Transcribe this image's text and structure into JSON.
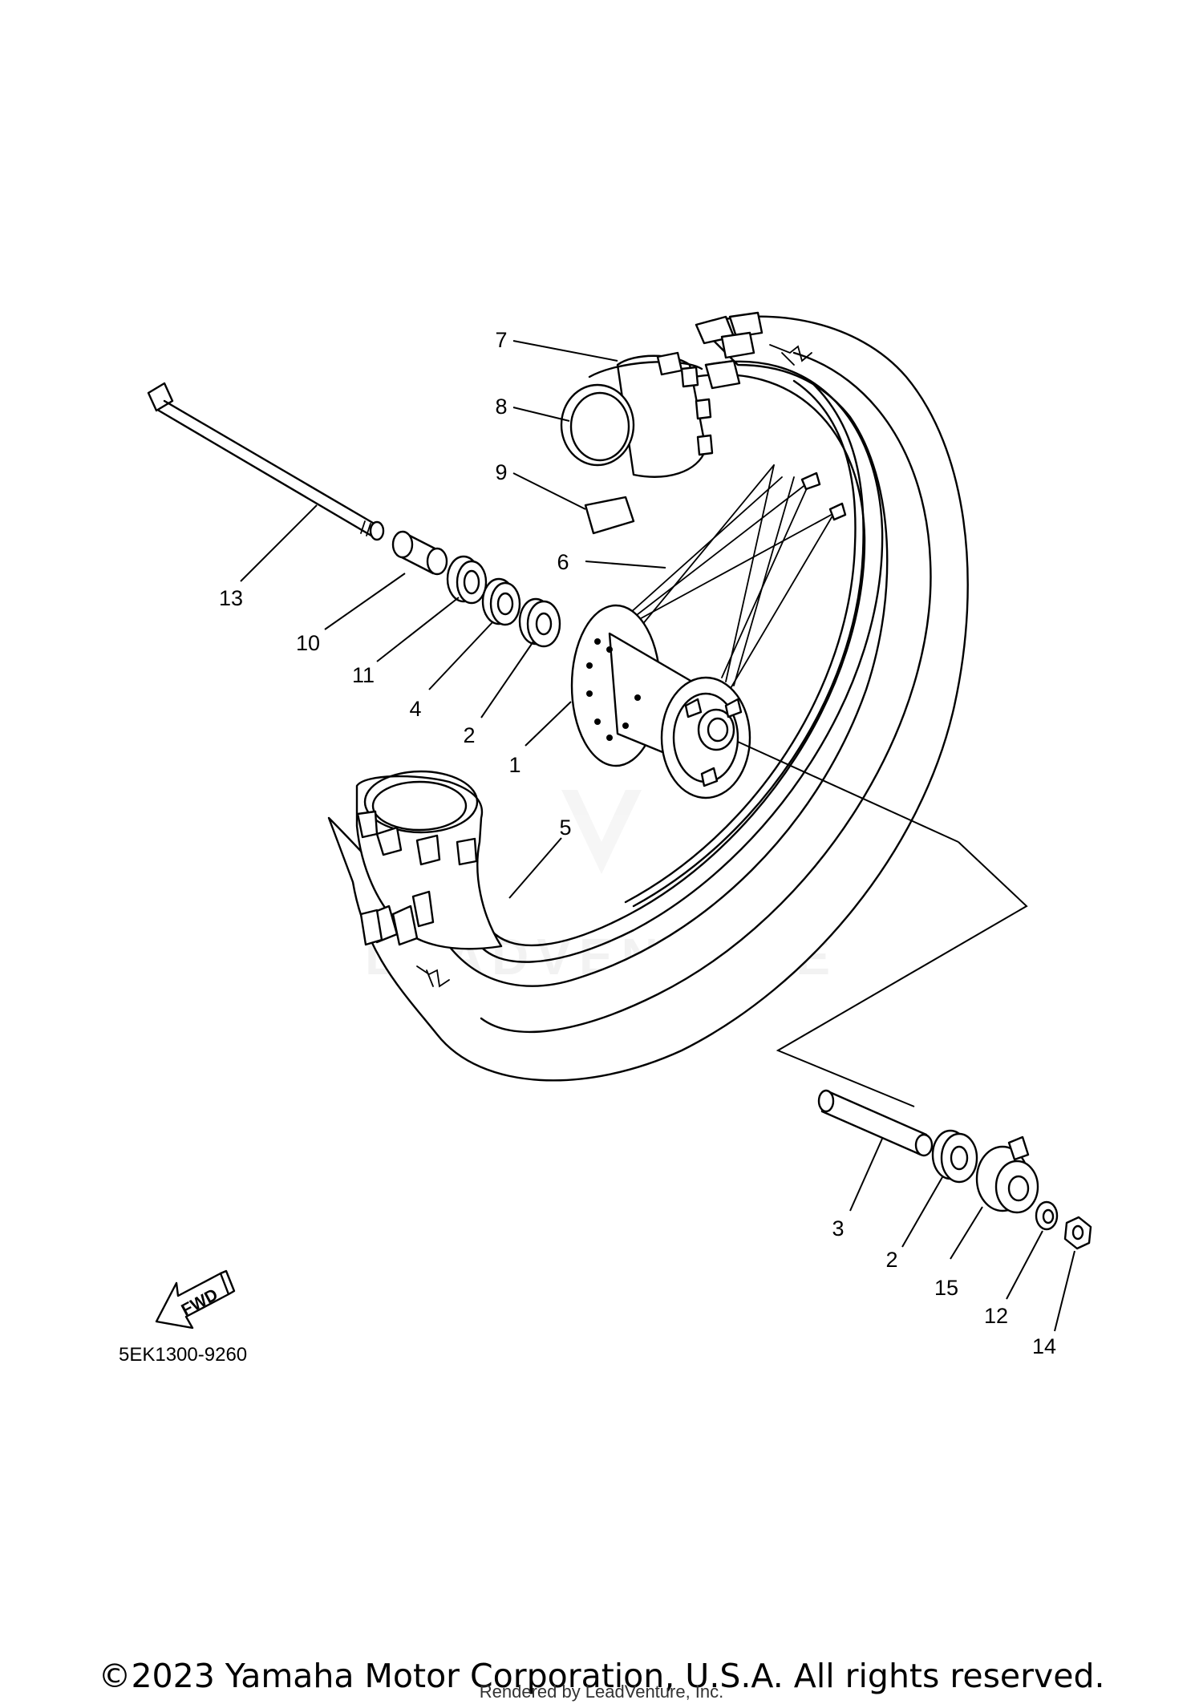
{
  "diagram": {
    "part_code": "5EK1300-9260",
    "fwd_label": "FWD",
    "watermark_text": "LEADVENTURE",
    "callouts": [
      {
        "key": "c7",
        "label": "7"
      },
      {
        "key": "c8",
        "label": "8"
      },
      {
        "key": "c9",
        "label": "9"
      },
      {
        "key": "c6",
        "label": "6"
      },
      {
        "key": "c13",
        "label": "13"
      },
      {
        "key": "c10",
        "label": "10"
      },
      {
        "key": "c11",
        "label": "11"
      },
      {
        "key": "c4",
        "label": "4"
      },
      {
        "key": "c2a",
        "label": "2"
      },
      {
        "key": "c1",
        "label": "1"
      },
      {
        "key": "c5",
        "label": "5"
      },
      {
        "key": "c3",
        "label": "3"
      },
      {
        "key": "c2b",
        "label": "2"
      },
      {
        "key": "c15",
        "label": "15"
      },
      {
        "key": "c12",
        "label": "12"
      },
      {
        "key": "c14",
        "label": "14"
      }
    ]
  },
  "footer": {
    "copyright": "©2023 Yamaha Motor Corporation, U.S.A. All rights reserved.",
    "rendered_by": "Rendered by LeadVenture, Inc."
  }
}
